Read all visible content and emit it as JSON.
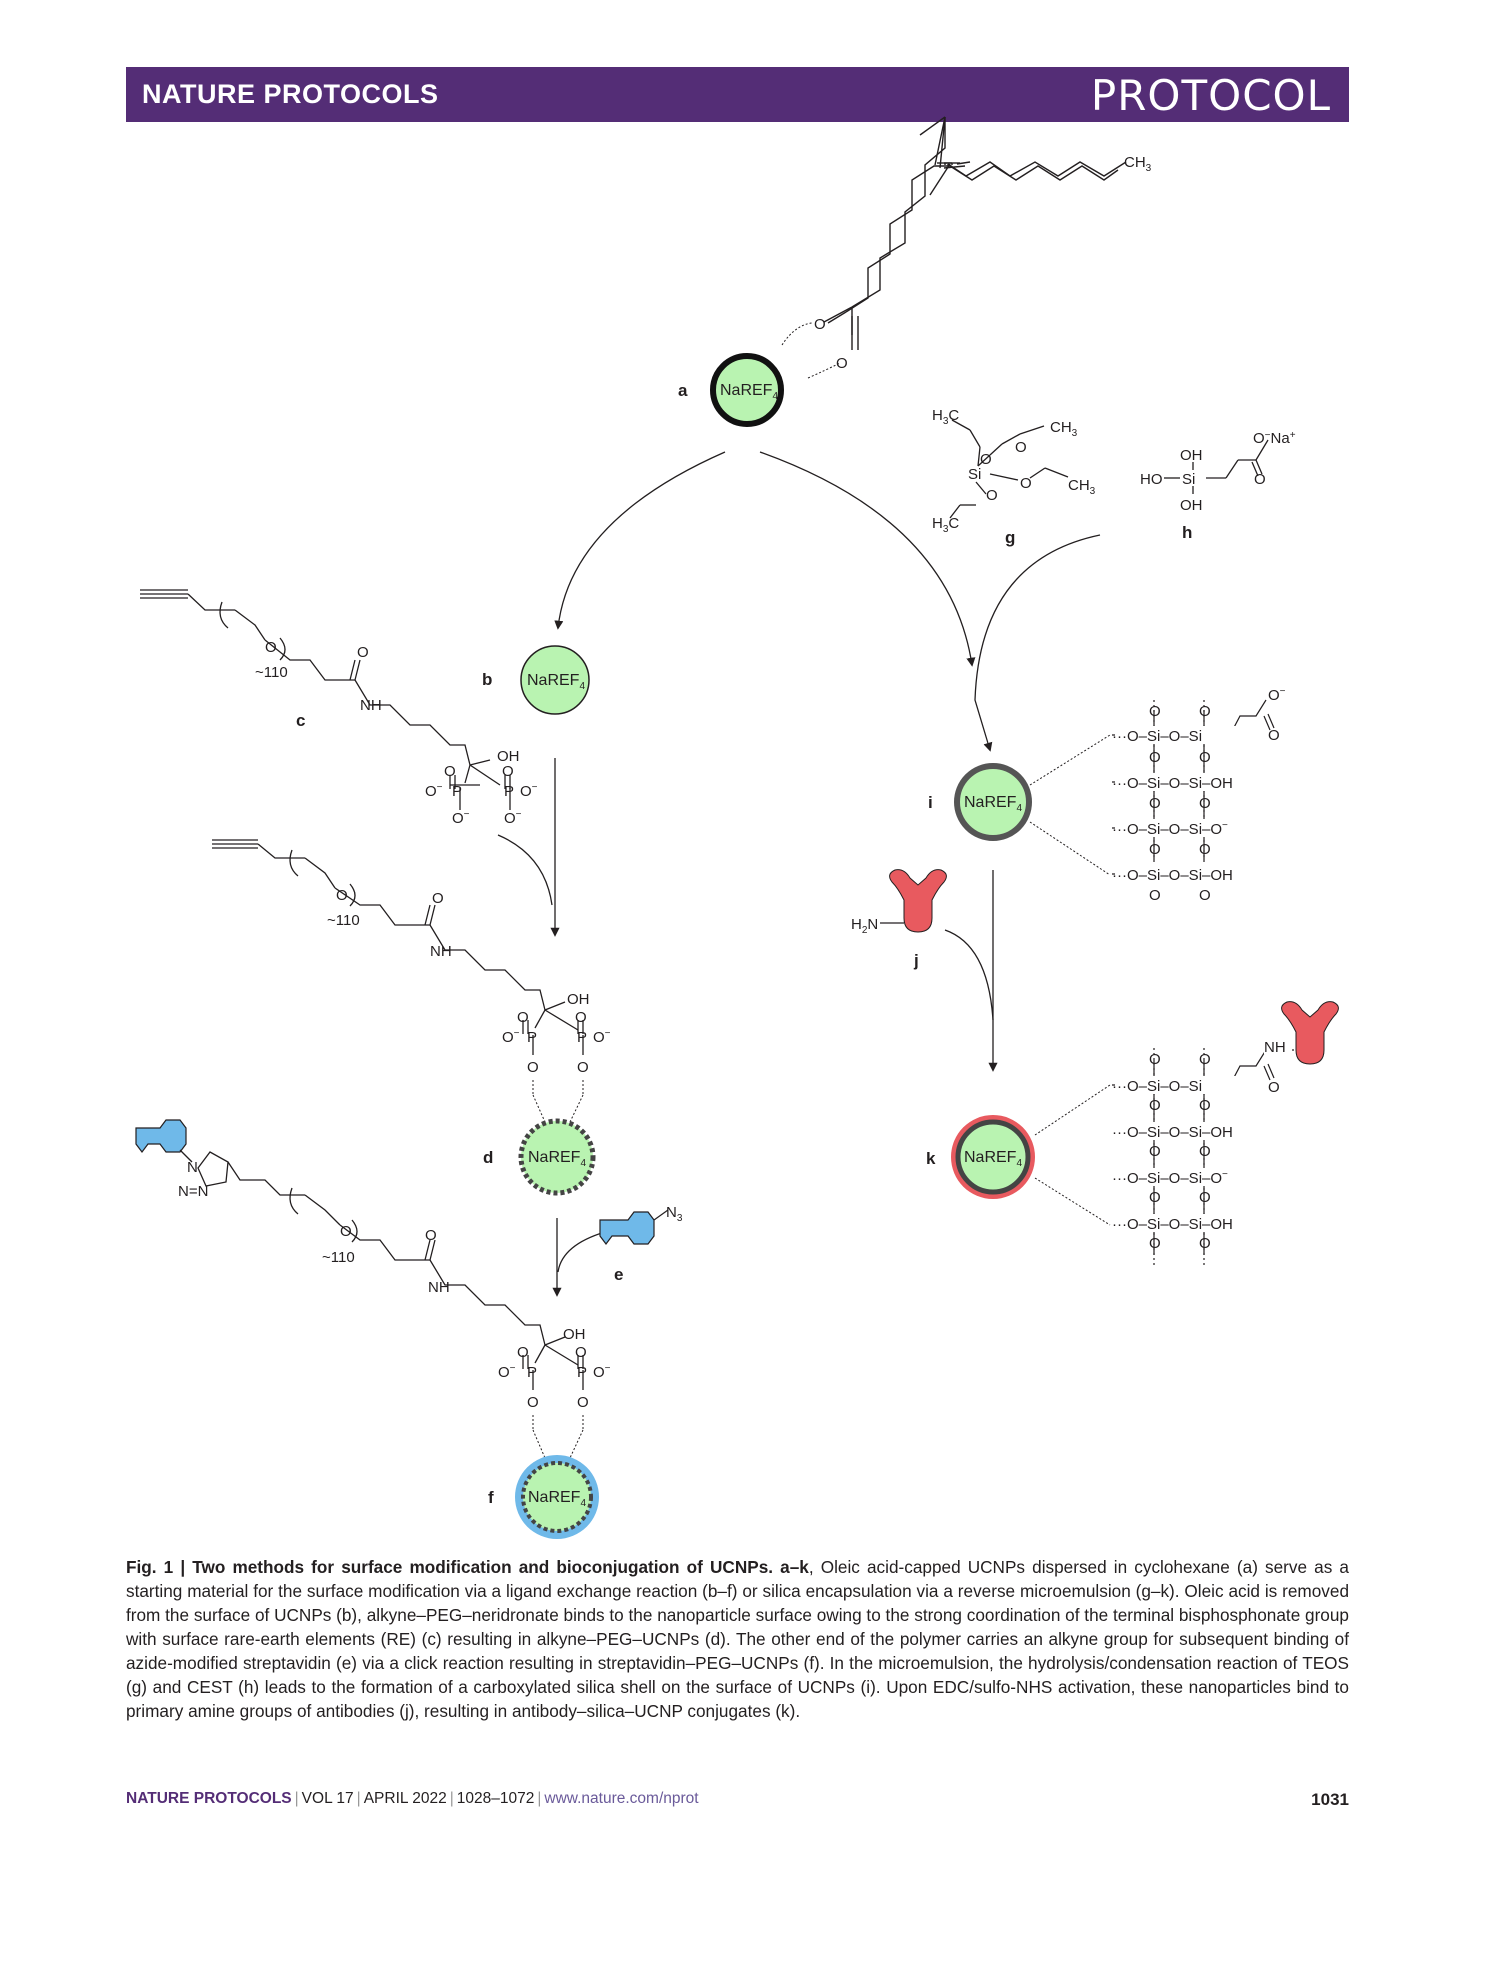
{
  "header": {
    "journal": "NATURE PROTOCOLS",
    "article_type": "PROTOCOL"
  },
  "figure": {
    "nanoparticle": "NaREF",
    "nanoparticle_sub": "4",
    "panels": {
      "a": "a",
      "b": "b",
      "c": "c",
      "d": "d",
      "e": "e",
      "f": "f",
      "g": "g",
      "h": "h",
      "i": "i",
      "j": "j",
      "k": "k"
    },
    "peg_repeat": "~110",
    "colors": {
      "np_fill": "#b9f3b1",
      "streptavidin": "#6fb9e9",
      "antibody": "#e85a5f",
      "silica_ring": "#555555",
      "header_purple": "#542d76"
    }
  },
  "caption": {
    "title": "Fig. 1 | Two methods for surface modification and bioconjugation of UCNPs. a–k",
    "text": ", Oleic acid-capped UCNPs dispersed in cyclohexane (a) serve as a starting material for the surface modification via a ligand exchange reaction (b–f) or silica encapsulation via a reverse microemulsion (g–k). Oleic acid is removed from the surface of UCNPs (b), alkyne–PEG–neridronate binds to the nanoparticle surface owing to the strong coordination of the terminal bisphosphonate group with surface rare-earth elements (RE) (c) resulting in alkyne–PEG–UCNPs (d). The other end of the polymer carries an alkyne group for subsequent binding of azide-modified streptavidin (e) via a click reaction resulting in streptavidin–PEG–UCNPs (f). In the microemulsion, the hydrolysis/condensation reaction of TEOS (g) and CEST (h) leads to the formation of a carboxylated silica shell on the surface of UCNPs (i). Upon EDC/sulfo-NHS activation, these nanoparticles bind to primary amine groups of antibodies (j), resulting in antibody–silica–UCNP conjugates (k)."
  },
  "footer": {
    "journal": "NATURE PROTOCOLS",
    "volume": "VOL 17",
    "date": "APRIL 2022",
    "pages": "1028–1072",
    "url": "www.nature.com/nprot",
    "page_number": "1031"
  }
}
